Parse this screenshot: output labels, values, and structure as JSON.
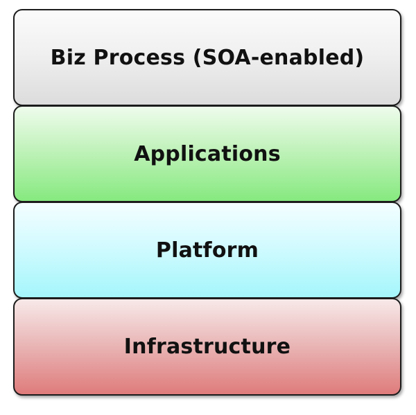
{
  "layers": [
    {
      "label": "Biz Process (SOA-enabled)",
      "color": "#e6e6e6"
    },
    {
      "label": "Applications",
      "color": "#9bec93"
    },
    {
      "label": "Platform",
      "color": "#b6f8fc"
    },
    {
      "label": "Infrastructure",
      "color": "#e28a8a"
    }
  ]
}
